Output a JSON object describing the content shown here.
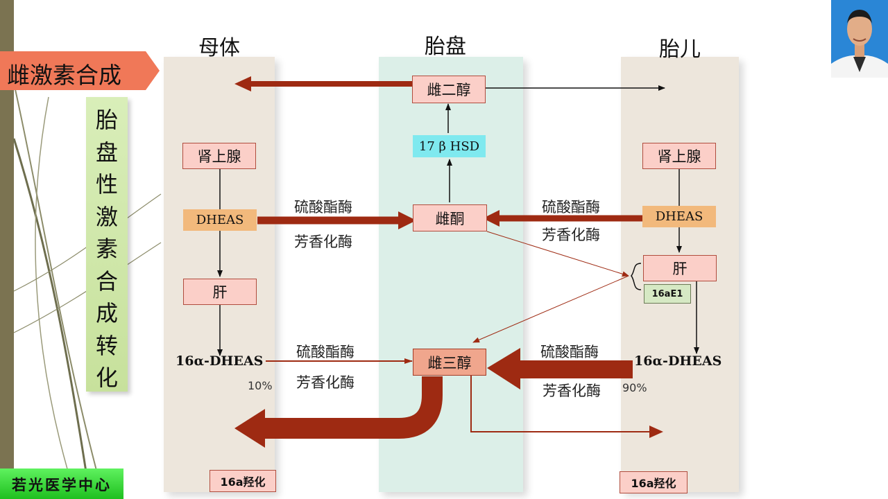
{
  "title": "雌激素合成",
  "vertical_title": [
    "胎",
    "盘",
    "性",
    "激",
    "素",
    "合",
    "成",
    "转",
    "化"
  ],
  "columns": {
    "mother": "母体",
    "placenta": "胎盘",
    "fetus": "胎儿"
  },
  "mother": {
    "adrenal": "肾上腺",
    "dheas": "DHEAS",
    "liver": "肝",
    "dheas16": "16α-DHEAS",
    "pct": "10%",
    "hydroxylation": "16a羟化"
  },
  "placenta": {
    "estradiol": "雌二醇",
    "hsd": "17 β HSD",
    "estrone": "雌酮",
    "estriol": "雌三醇"
  },
  "fetus": {
    "adrenal": "肾上腺",
    "dheas": "DHEAS",
    "liver": "肝",
    "e1_16a": "16aE1",
    "dheas16": "16α-DHEAS",
    "pct": "90%",
    "hydroxylation": "16a羟化"
  },
  "enzymes": {
    "sulfatase": "硫酸酯酶",
    "aromatase": "芳香化酶"
  },
  "logo": "若光医学中心",
  "colors": {
    "thick_arrow": "#9e2a12",
    "mother_lane": "#ede6dc",
    "placenta_lane": "#dcefe8",
    "box_fill": "#fbcfc8"
  }
}
